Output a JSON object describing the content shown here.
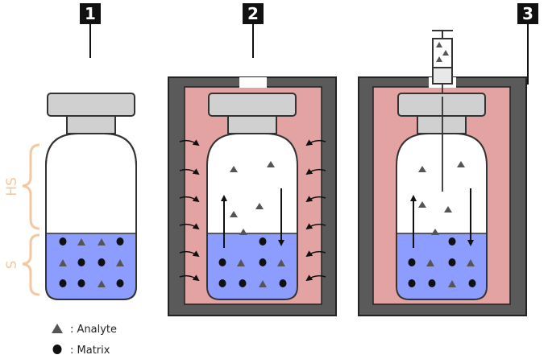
{
  "steps": [
    "1",
    "2",
    "3"
  ],
  "phase_labels": {
    "headspace": "HS",
    "sample": "S"
  },
  "legend": [
    {
      "symbol": "triangle-icon",
      "text": ": Analyte"
    },
    {
      "symbol": "circle-icon",
      "text": ": Matrix"
    }
  ],
  "colors": {
    "oven_wall": "#5a5a5a",
    "oven_interior": "#e4a3a3",
    "liquid": "#8c9cff",
    "cap": "#d0d0d0",
    "bracket": "#f2c9a0",
    "marker": "#222222"
  }
}
